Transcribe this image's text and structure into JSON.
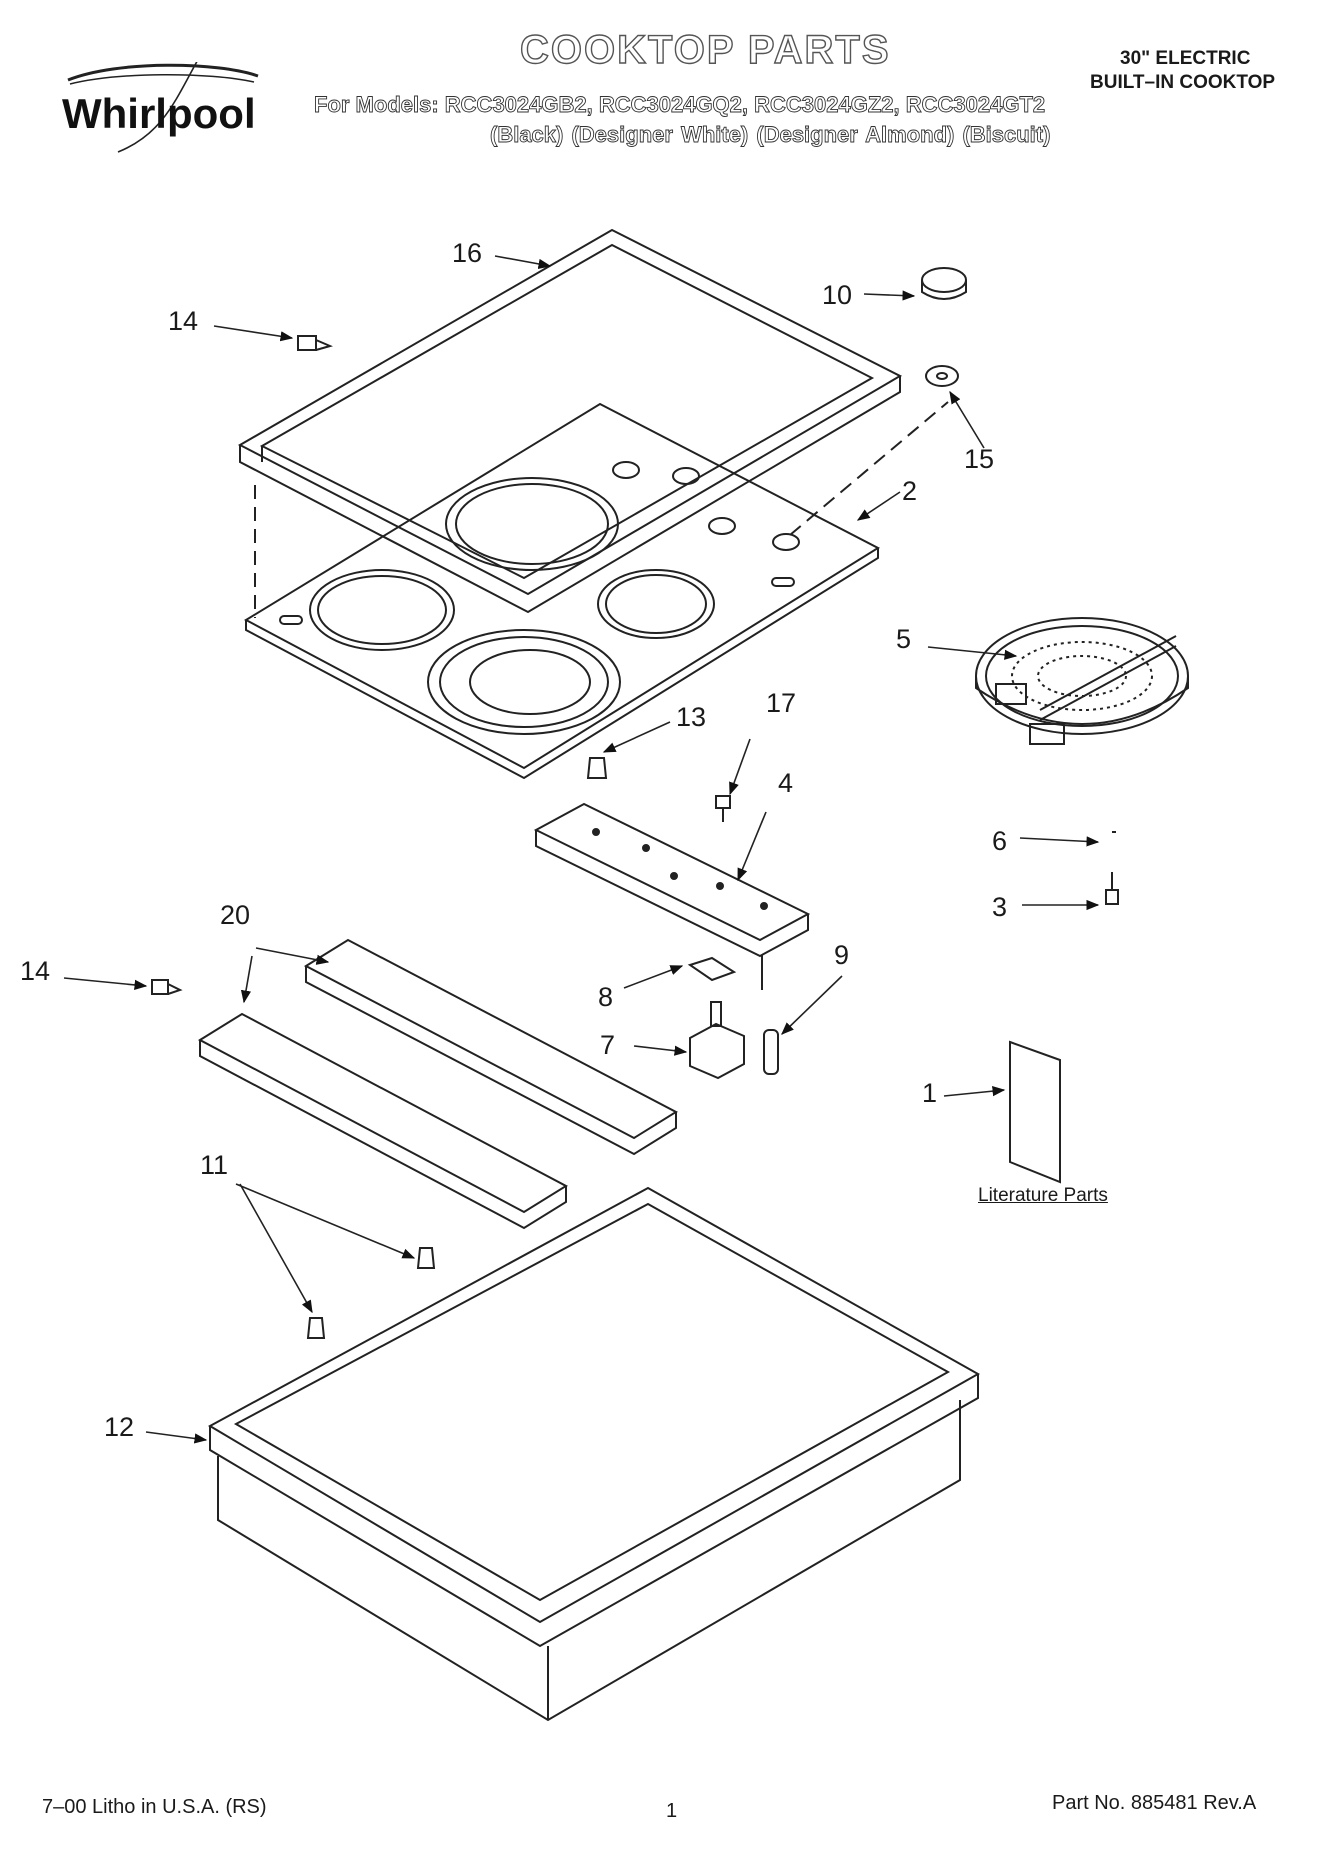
{
  "header": {
    "brand": "Whirlpool",
    "title": "COOKTOP PARTS",
    "models_line": "For Models: RCC3024GB2, RCC3024GQ2, RCC3024GZ2, RCC3024GT2",
    "colors_line": "(Black)      (Designer White)  (Designer Almond)  (Biscuit)",
    "product_line1": "30\" ELECTRIC",
    "product_line2": "BUILT–IN COOKTOP"
  },
  "callouts": {
    "c1": "1",
    "c2": "2",
    "c3": "3",
    "c4": "4",
    "c5": "5",
    "c6": "6",
    "c7": "7",
    "c8": "8",
    "c9": "9",
    "c10": "10",
    "c11": "11",
    "c12": "12",
    "c13": "13",
    "c14a": "14",
    "c14b": "14",
    "c15": "15",
    "c16": "16",
    "c17": "17",
    "c20": "20"
  },
  "literature_label": "Literature Parts",
  "footer": {
    "litho": "7–00 Litho in U.S.A. (RS)",
    "page": "1",
    "part_no": "Part No. 885481 Rev.A"
  }
}
